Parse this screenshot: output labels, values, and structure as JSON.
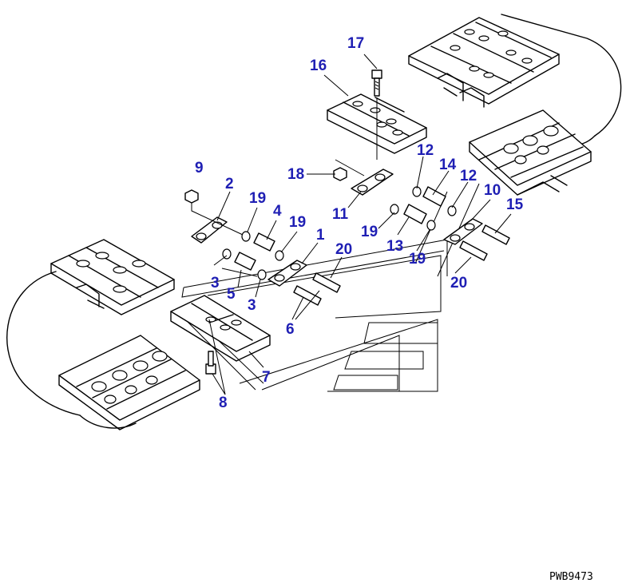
{
  "diagram": {
    "drawing_code": "PWB9473",
    "callouts": [
      {
        "id": "c17",
        "label": "17"
      },
      {
        "id": "c16",
        "label": "16"
      },
      {
        "id": "c12a",
        "label": "12"
      },
      {
        "id": "c14",
        "label": "14"
      },
      {
        "id": "c12b",
        "label": "12"
      },
      {
        "id": "c18",
        "label": "18"
      },
      {
        "id": "c9",
        "label": "9"
      },
      {
        "id": "c2",
        "label": "2"
      },
      {
        "id": "c19a",
        "label": "19"
      },
      {
        "id": "c4",
        "label": "4"
      },
      {
        "id": "c19b",
        "label": "19"
      },
      {
        "id": "c10",
        "label": "10"
      },
      {
        "id": "c15",
        "label": "15"
      },
      {
        "id": "c11",
        "label": "11"
      },
      {
        "id": "c1",
        "label": "1"
      },
      {
        "id": "c19c",
        "label": "19"
      },
      {
        "id": "c13",
        "label": "13"
      },
      {
        "id": "c19d",
        "label": "19"
      },
      {
        "id": "c20a",
        "label": "20"
      },
      {
        "id": "c3a",
        "label": "3"
      },
      {
        "id": "c5",
        "label": "5"
      },
      {
        "id": "c3b",
        "label": "3"
      },
      {
        "id": "c20b",
        "label": "20"
      },
      {
        "id": "c6",
        "label": "6"
      },
      {
        "id": "c7",
        "label": "7"
      },
      {
        "id": "c8",
        "label": "8"
      }
    ]
  }
}
